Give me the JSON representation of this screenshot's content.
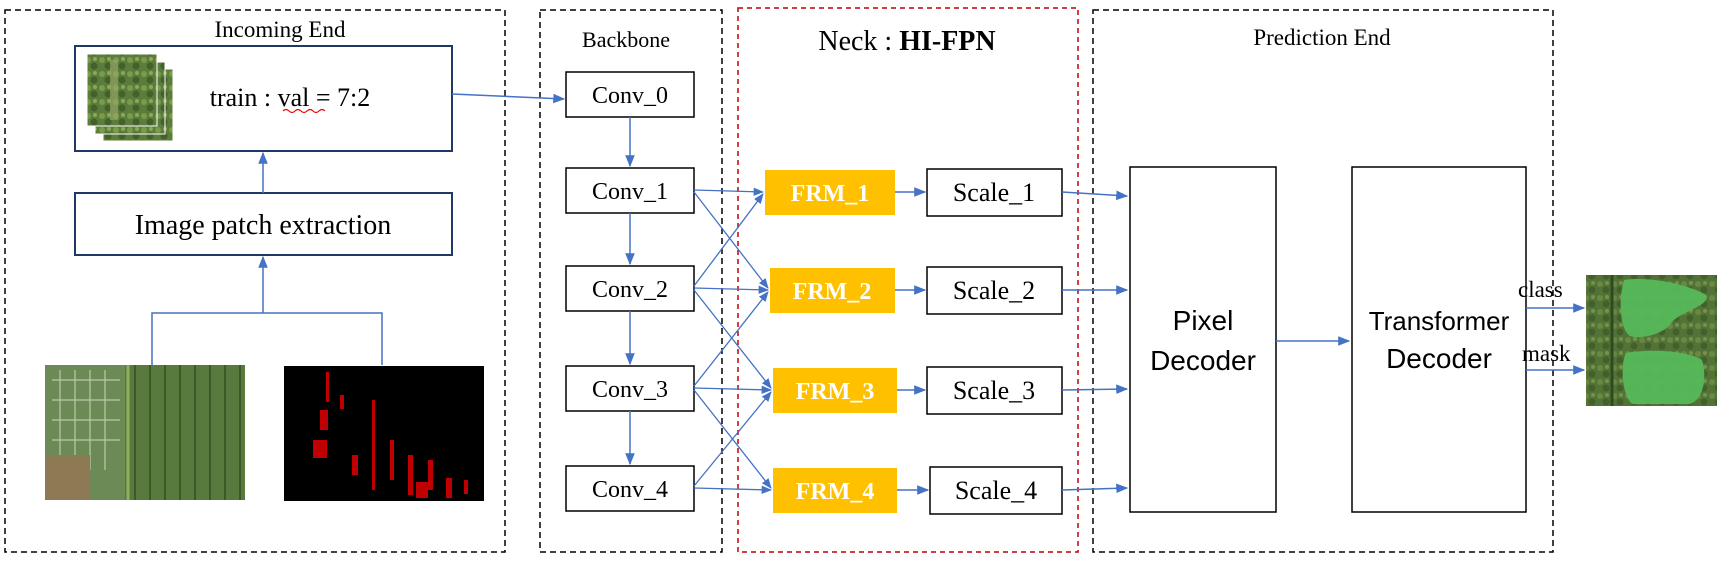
{
  "colors": {
    "arrow": "#4472C4",
    "frm_fill": "#FFC000",
    "frm_text": "#FFFFFF",
    "neck_border": "#C00000",
    "box_border": "#1F3864",
    "dark_border": "#000000",
    "mask_red": "#C00000",
    "seg_green": "#55B85A"
  },
  "incoming": {
    "title": "Incoming End",
    "split_label": "train : val = 7:2",
    "extraction_label": "Image patch extraction",
    "image_icon": "aerial-image-stack-icon",
    "aerial_image": "aerial-field-image",
    "mask_image": "red-label-mask-image"
  },
  "backbone": {
    "title": "Backbone",
    "convs": [
      "Conv_0",
      "Conv_1",
      "Conv_2",
      "Conv_3",
      "Conv_4"
    ]
  },
  "neck": {
    "title_prefix": "Neck : ",
    "title_bold": "HI-FPN",
    "frms": [
      "FRM_1",
      "FRM_2",
      "FRM_3",
      "FRM_4"
    ],
    "scales": [
      "Scale_1",
      "Scale_2",
      "Scale_3",
      "Scale_4"
    ]
  },
  "prediction": {
    "title": "Prediction End",
    "pixel_decoder": [
      "Pixel",
      "Decoder"
    ],
    "transformer_decoder": [
      "Transformer",
      "Decoder"
    ],
    "class_label": "class",
    "mask_label": "mask",
    "output_image": "segmented-output-image"
  }
}
